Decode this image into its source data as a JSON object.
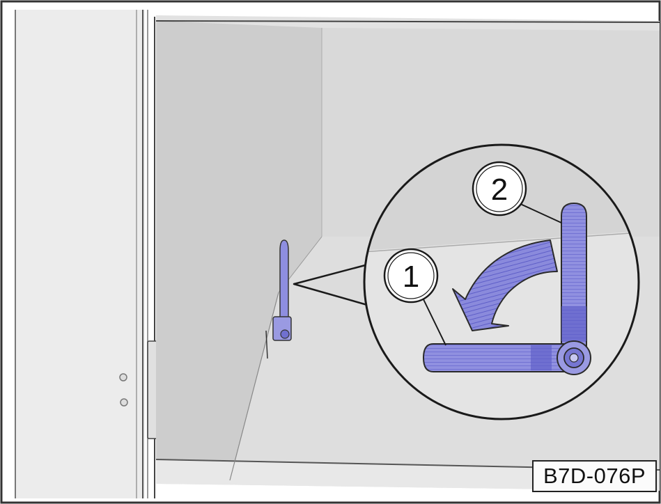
{
  "figure": {
    "code": "B7D-076P",
    "callouts": [
      {
        "number": "1"
      },
      {
        "number": "2"
      }
    ],
    "colors": {
      "part_fill": "#8e8ee0",
      "part_dark": "#5e5ec8",
      "background_gray": "#d8d8d8",
      "line": "#1a1a1a"
    }
  }
}
